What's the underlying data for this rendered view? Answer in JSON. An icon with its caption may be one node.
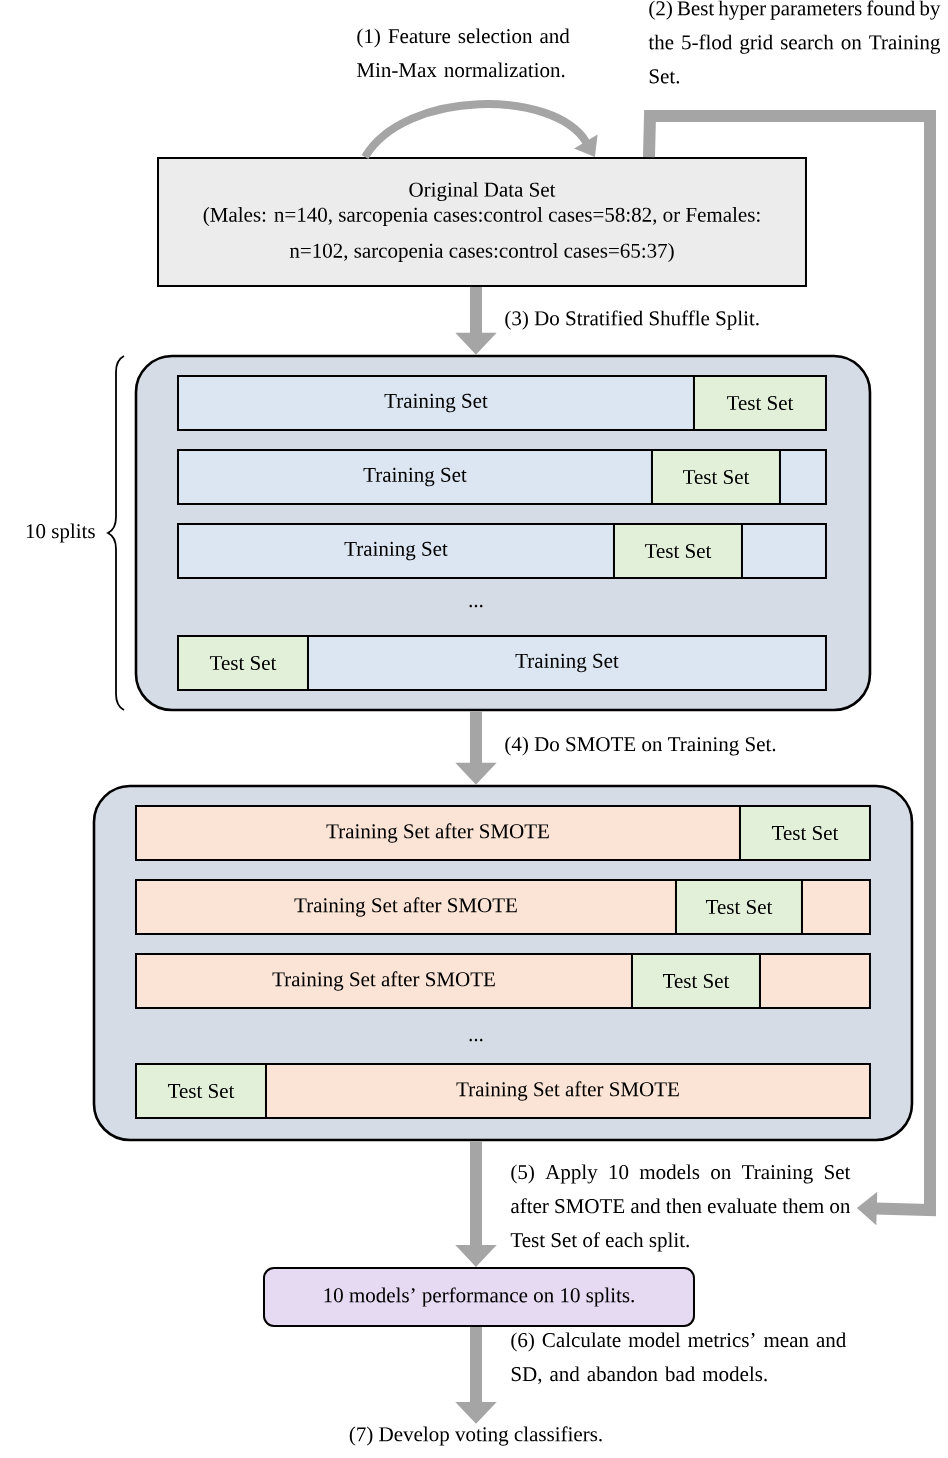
{
  "diagram": {
    "nodes": [
      {
        "text": [
          "Original Data Set",
          "(Males: n=140, sarcopenia cases:control cases=58:82, or Females: n=102, sarcopenia cases:control cases=65:37)"
        ]
      },
      {
        "text": [],
        "shape": "box",
        "beside": [
          "10 splits"
        ]
      },
      {
        "text": [
          "Training Set",
          "Test Set"
        ],
        "in": 1
      },
      {
        "text": [
          "Training Set",
          "Test Set"
        ],
        "in": 1
      },
      {
        "text": [
          "Training Set",
          "Test Set"
        ],
        "in": 1
      },
      {
        "text": [
          "Test Set",
          "Training Set"
        ],
        "in": 1
      },
      {
        "text": [],
        "shape": "box"
      },
      {
        "text": [
          "Training Set after SMOTE",
          "Test Set"
        ],
        "in": 6
      },
      {
        "text": [
          "Training Set after SMOTE",
          "Test Set"
        ],
        "in": 6
      },
      {
        "text": [
          "Training Set after SMOTE",
          "Test Set"
        ],
        "in": 6
      },
      {
        "text": [
          "Test Set",
          "Training Set after SMOTE"
        ],
        "in": 6
      },
      {
        "text": [
          "(5) Apply 10 models on Training Set after SMOTE and then evaluate them on Test Set of each split."
        ]
      },
      {
        "text": [
          "10 models’ performance on 10 splits."
        ]
      },
      {
        "text": [
          "(7) Develop voting classifiers."
        ]
      }
    ],
    "edges": [
      {
        "from": 0,
        "to": 0,
        "arrow": "to",
        "label": "(1) Feature selection and Min-Max normalization."
      },
      {
        "from": 0,
        "to": 11,
        "arrow": "to",
        "label": "(2) Best hyper parameters found by the 5-flod grid search on Training Set."
      },
      {
        "from": 0,
        "to": 1,
        "arrow": "to",
        "label": "(3) Do Stratified Shuffle Split."
      },
      {
        "from": 1,
        "to": 6,
        "arrow": "to",
        "label": "(4) Do SMOTE on Training Set."
      },
      {
        "from": 6,
        "to": 12,
        "arrow": "to"
      },
      {
        "from": 12,
        "to": 13,
        "arrow": "to",
        "label": "(6) Calculate model metrics’ mean and SD, and abandon bad models."
      }
    ],
    "labels": [
      "...",
      "..."
    ]
  }
}
